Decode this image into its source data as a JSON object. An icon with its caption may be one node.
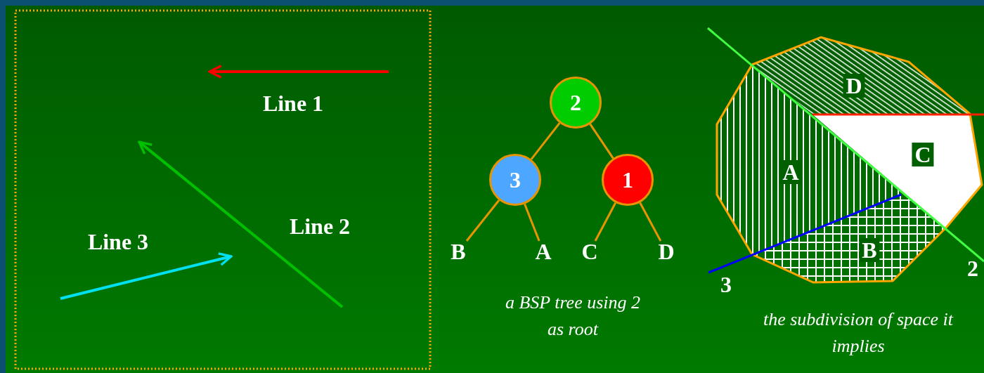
{
  "diagram": {
    "nodes": [
      {
        "text": [
          "2"
        ]
      },
      {
        "text": [
          "3"
        ]
      },
      {
        "text": [
          "1"
        ]
      },
      {
        "text": [
          "B"
        ]
      },
      {
        "text": [
          "A"
        ]
      },
      {
        "text": [
          "C"
        ]
      },
      {
        "text": [
          "D"
        ]
      }
    ],
    "edges": [
      {
        "from": 0,
        "to": 1,
        "arrow": "none"
      },
      {
        "from": 0,
        "to": 2,
        "arrow": "none"
      },
      {
        "from": 1,
        "to": 3,
        "arrow": "none"
      },
      {
        "from": 1,
        "to": 4,
        "arrow": "none"
      },
      {
        "from": 2,
        "to": 5,
        "arrow": "none"
      },
      {
        "from": 2,
        "to": 6,
        "arrow": "none"
      }
    ],
    "labels": [
      "Line 1",
      "Line 2",
      "Line 3",
      "a BSP tree using 2 as root",
      "D",
      "C",
      "A",
      "B",
      "3",
      "2",
      "the subdivision of space it implies"
    ]
  }
}
